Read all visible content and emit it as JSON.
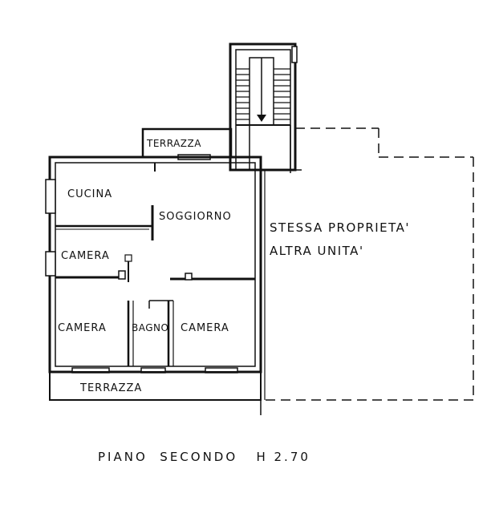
{
  "plan": {
    "caption": "PIANO  SECONDO   H 2.70",
    "rooms": {
      "terrace_top": "TERRAZZA",
      "kitchen": "CUCINA",
      "living": "SOGGIORNO",
      "bedroom_small": "CAMERA",
      "bedroom_left": "CAMERA",
      "bathroom": "BAGNO",
      "bedroom_right": "CAMERA",
      "terrace_bottom": "TERRAZZA"
    },
    "adjacent": {
      "line1": "STESSA PROPRIETA'",
      "line2": "ALTRA UNITA'"
    }
  }
}
